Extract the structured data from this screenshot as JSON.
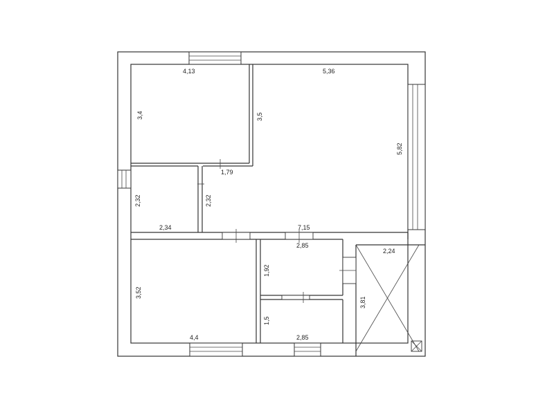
{
  "colors": {
    "line": "#333333",
    "background": "#ffffff"
  },
  "dimensions": {
    "room_top_left_width": "4,13",
    "room_top_left_height": "3,4",
    "living_width": "5,36",
    "living_height_right": "5,82",
    "partition_height": "3,5",
    "doorway_width": "1,79",
    "small_room_height_left": "2,32",
    "small_room_height_right": "2,32",
    "small_room_width": "2,34",
    "living_bottom_width": "7,15",
    "room_bottom_left_height": "3,52",
    "room_bottom_left_width": "4,4",
    "mid_room_width_top": "2,85",
    "mid_room_height": "1,92",
    "lower_room_height": "1,5",
    "lower_room_width": "2,85",
    "stair_width": "2,24",
    "stair_height": "3,81"
  }
}
